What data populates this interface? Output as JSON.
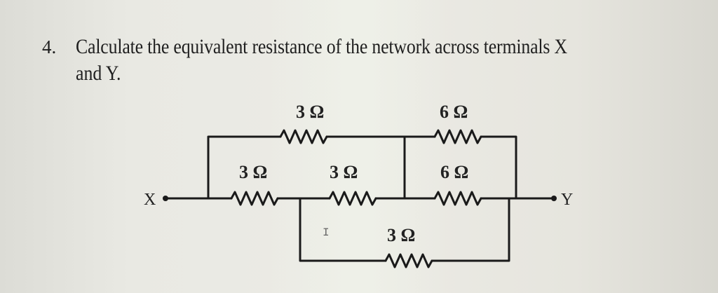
{
  "question": {
    "number": "4.",
    "line1": "Calculate the equivalent resistance of the network across terminals X",
    "line2": "and Y."
  },
  "circuit": {
    "terminal_left": "X",
    "terminal_right": "Y",
    "resistors": {
      "top_left": "3 Ω",
      "top_right": "6 Ω",
      "mid_left": "3 Ω",
      "mid_center": "3 Ω",
      "mid_right": "6 Ω",
      "bottom": "3 Ω"
    },
    "cursor_glyph": "I"
  }
}
